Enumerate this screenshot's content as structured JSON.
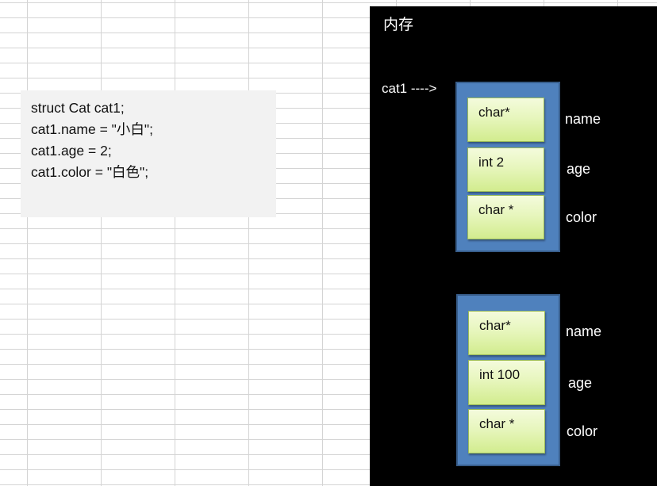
{
  "code": {
    "lines": [
      "struct Cat cat1;",
      "cat1.name = \"小白\";",
      "cat1.age = 2;",
      "cat1.color = \"白色\";"
    ]
  },
  "memory": {
    "title": "内存",
    "pointer_label": "cat1 ---->",
    "structs": [
      {
        "fields": [
          {
            "type": "char*",
            "name": "name"
          },
          {
            "type": "int 2",
            "name": "age"
          },
          {
            "type": "char *",
            "name": "color"
          }
        ]
      },
      {
        "fields": [
          {
            "type": "char*",
            "name": "name"
          },
          {
            "type": "int 100",
            "name": "age"
          },
          {
            "type": "char *",
            "name": "color"
          }
        ]
      }
    ]
  },
  "colors": {
    "panel_background": "#000000",
    "struct_fill": "#4f81bd",
    "field_fill": "#e7f6bd",
    "code_background": "#f2f2f2"
  }
}
